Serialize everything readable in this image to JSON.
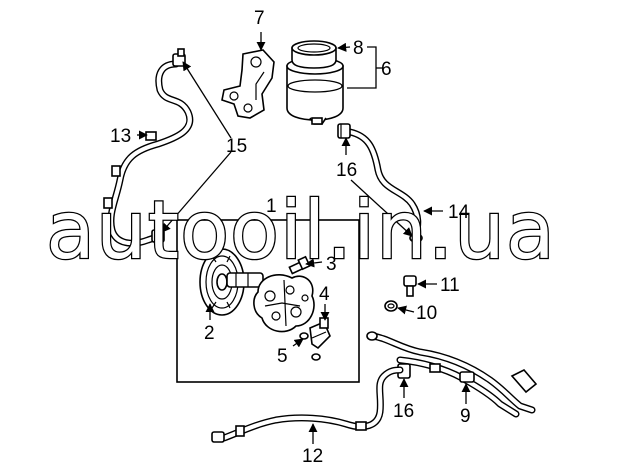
{
  "callouts": {
    "c1": "1",
    "c2": "2",
    "c3": "3",
    "c4": "4",
    "c5": "5",
    "c6": "6",
    "c7": "7",
    "c8": "8",
    "c9": "9",
    "c10": "10",
    "c11": "11",
    "c12": "12",
    "c13": "13",
    "c14": "14",
    "c15": "15",
    "c16a": "16",
    "c16b": "16"
  },
  "watermark": "autooil.in.ua"
}
